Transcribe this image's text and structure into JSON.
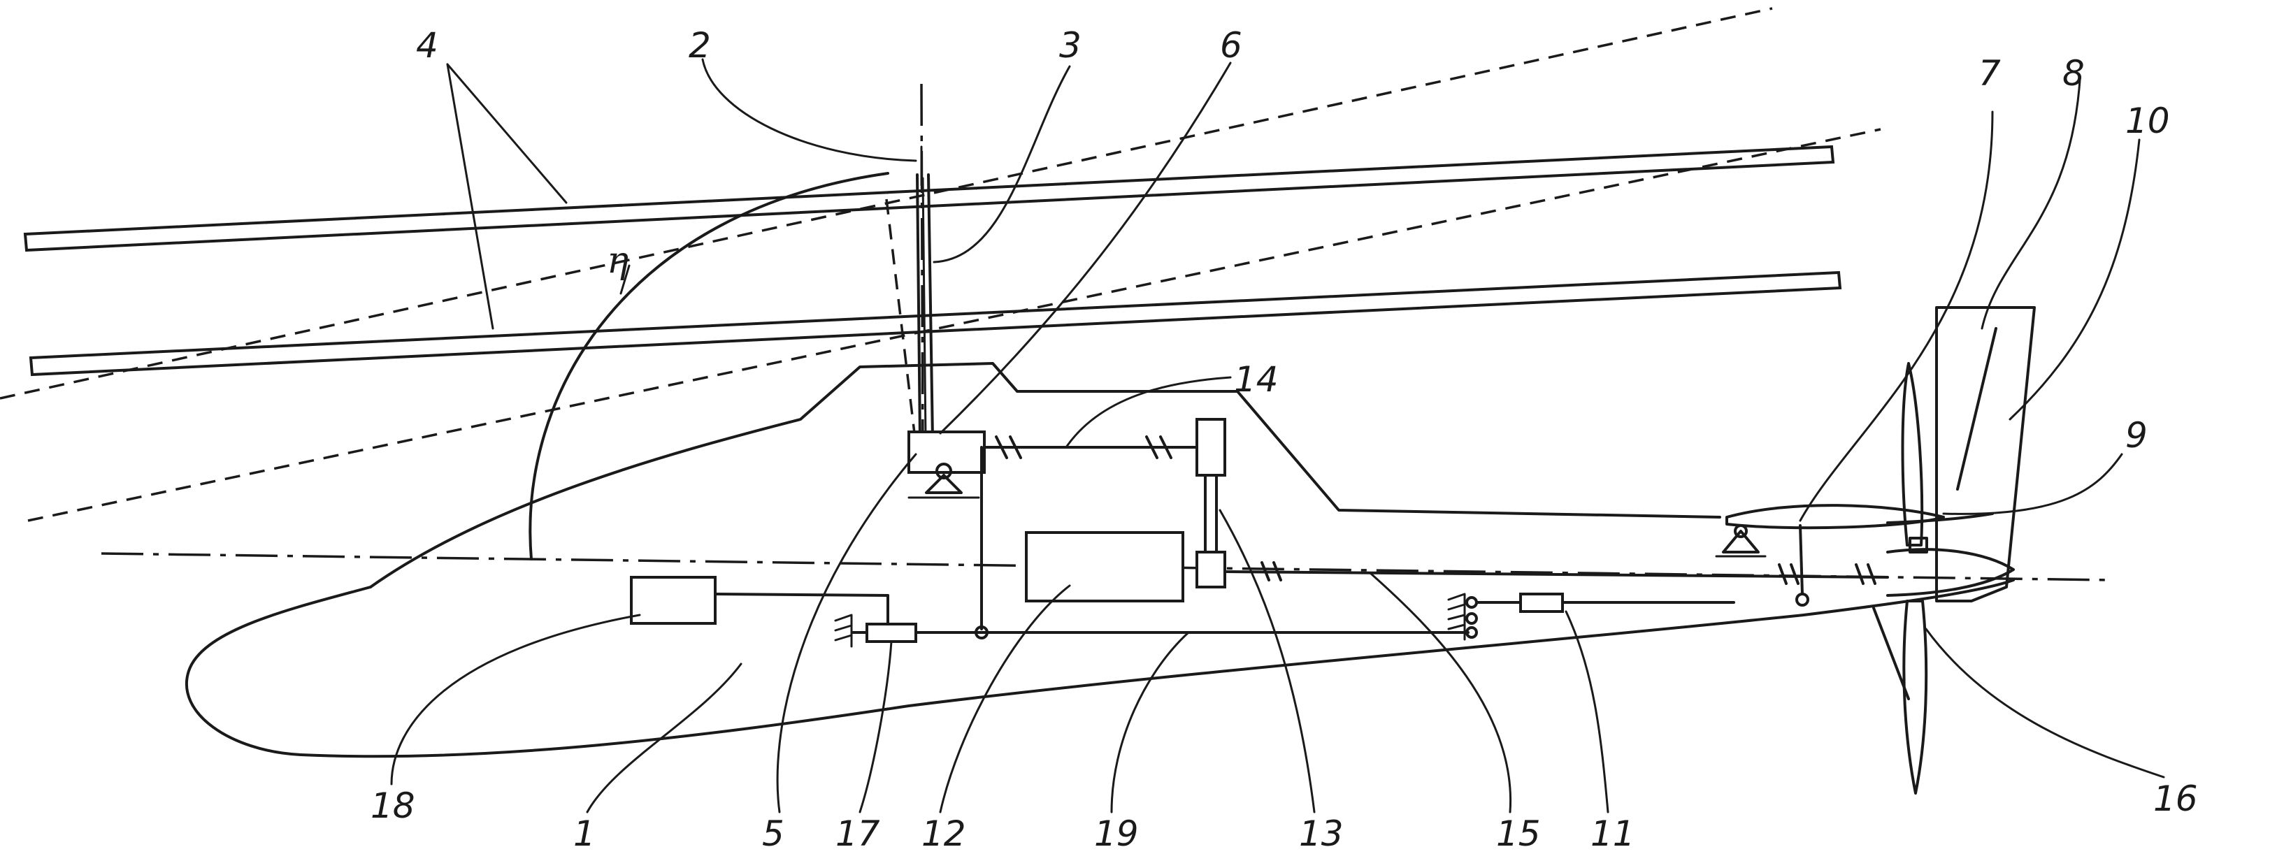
{
  "figure": {
    "labels": {
      "n1": "1",
      "n2": "2",
      "n3": "3",
      "n4": "4",
      "n5": "5",
      "n6": "6",
      "n7": "7",
      "n8": "8",
      "n9": "9",
      "n10": "10",
      "n11": "11",
      "n12": "12",
      "n13": "13",
      "n14": "14",
      "n15": "15",
      "n16": "16",
      "n17": "17",
      "n18": "18",
      "n19": "19"
    },
    "angle_symbol": "η"
  }
}
